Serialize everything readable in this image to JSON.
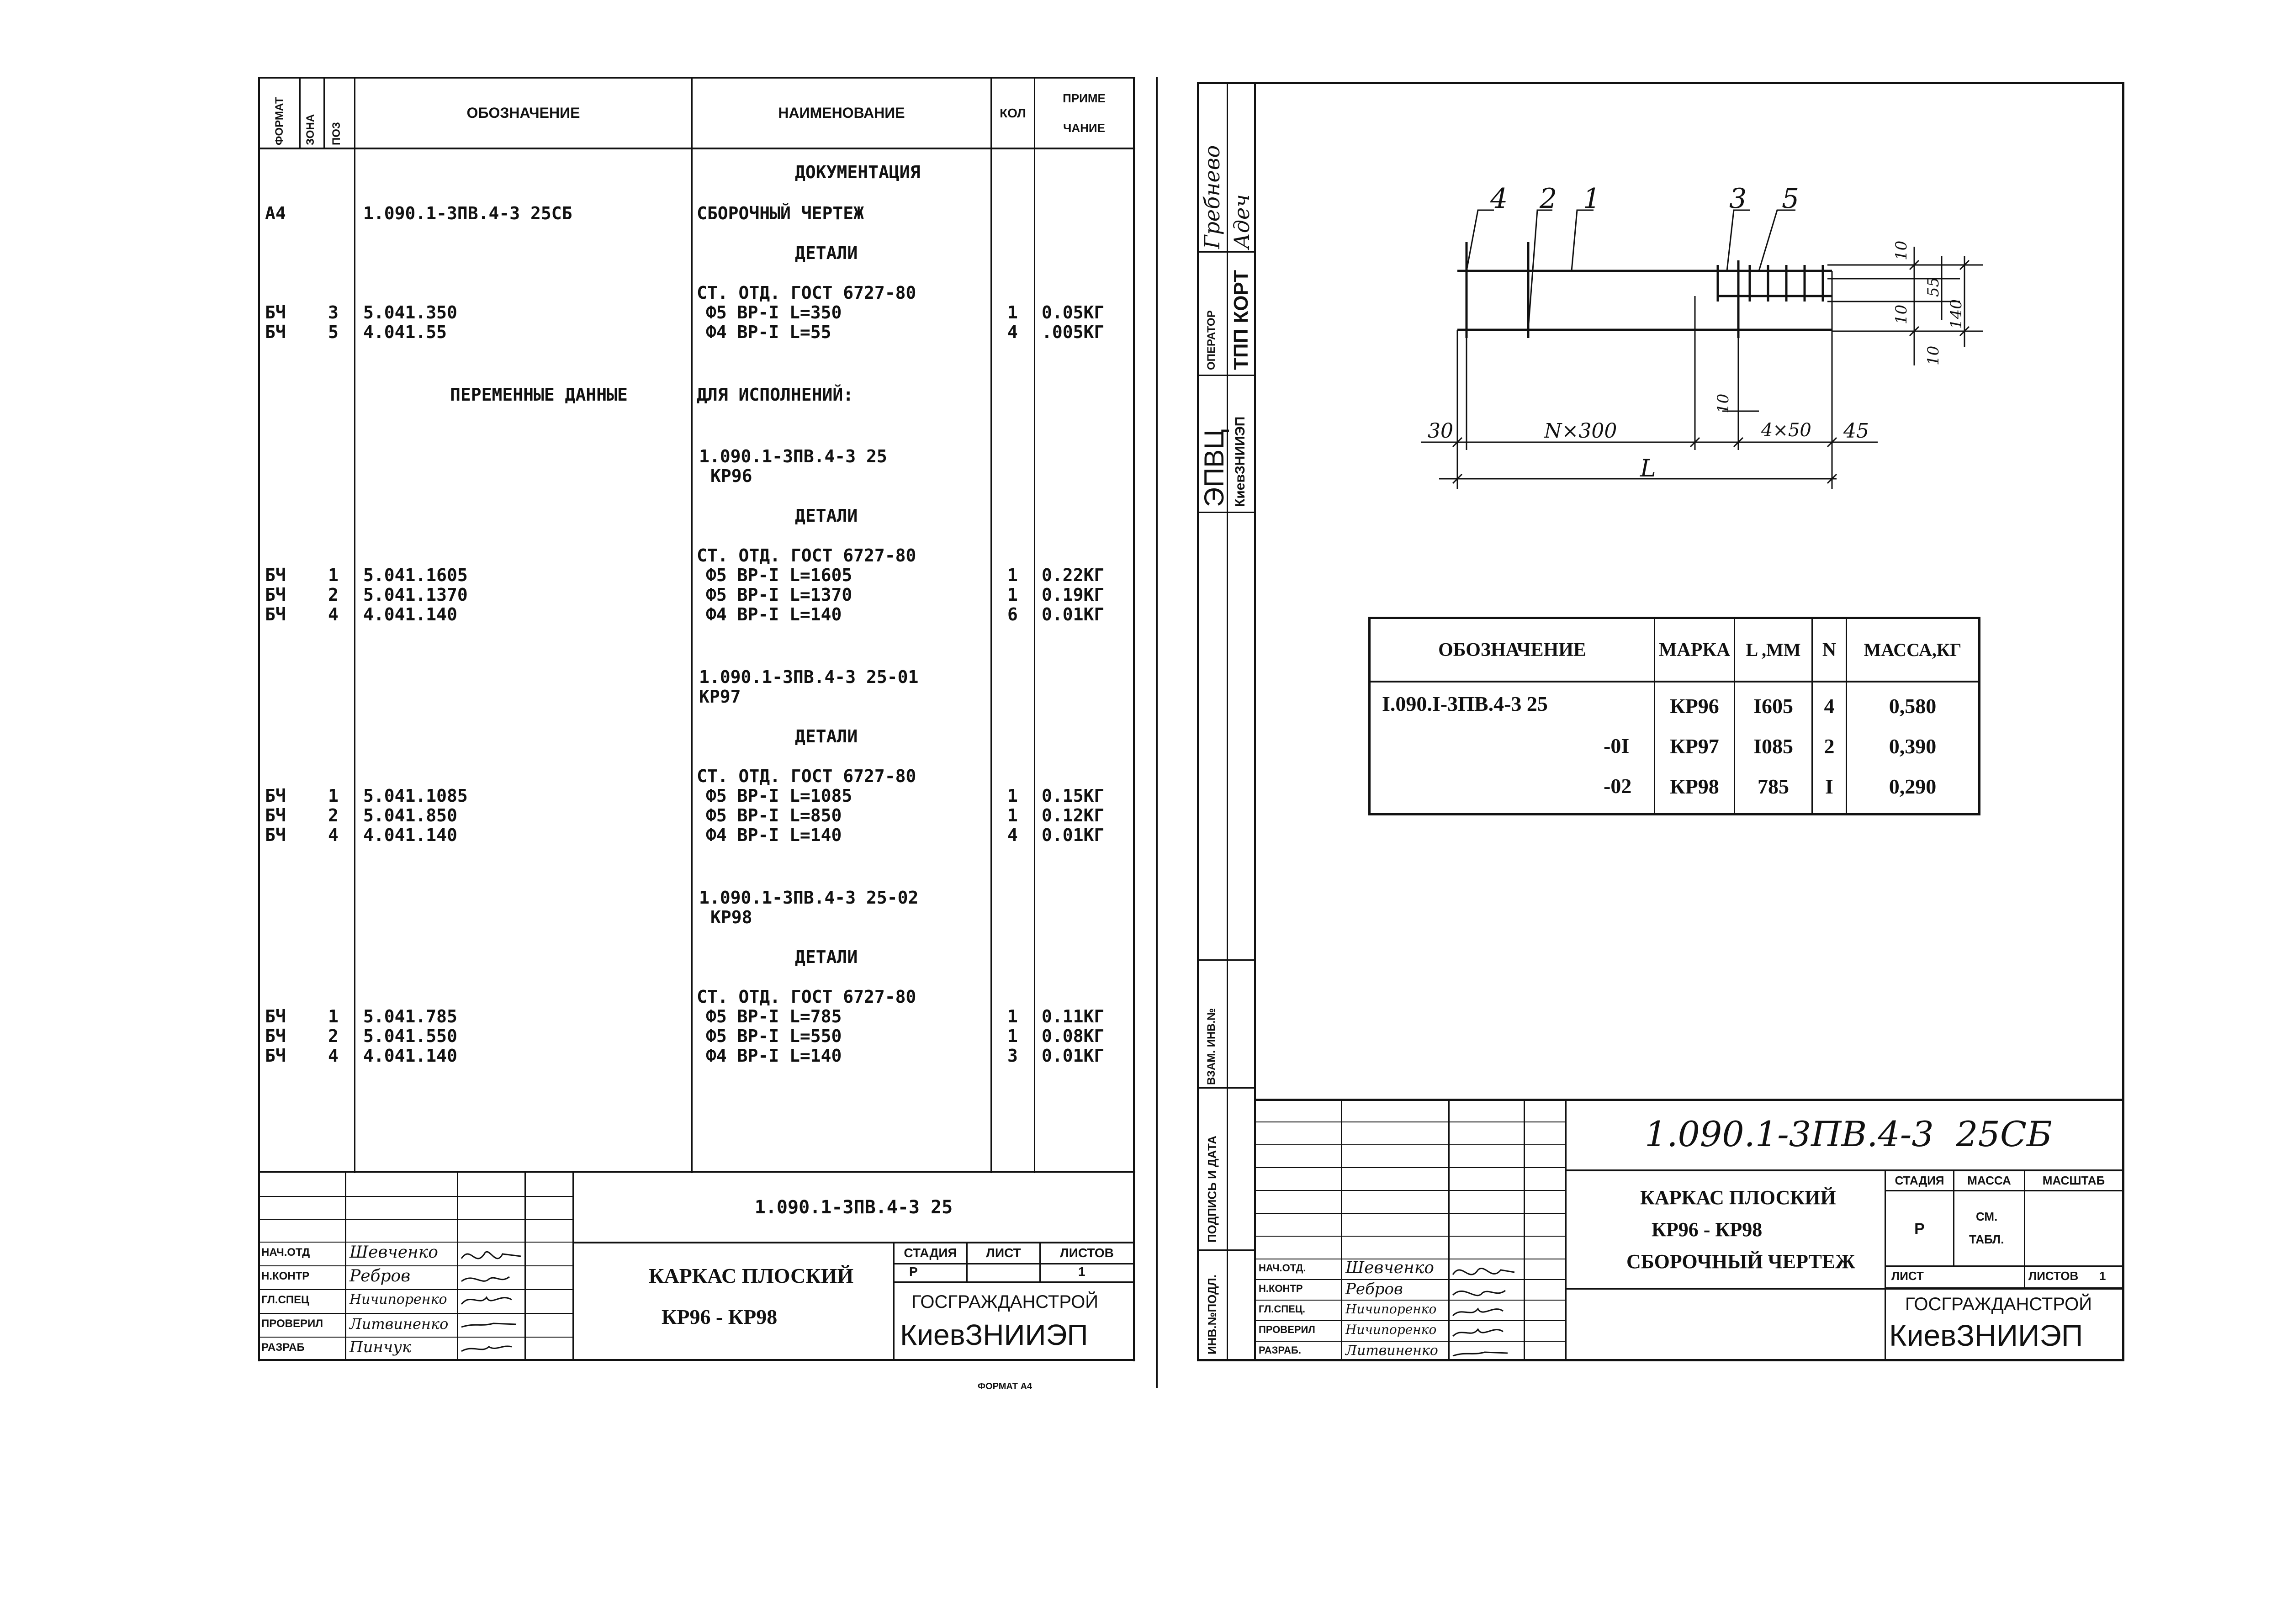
{
  "spec": {
    "headers": {
      "format": "ФОРМАТ",
      "zone": "ЗОНА",
      "pos": "ПОЗ",
      "designation": "ОБОЗНАЧЕНИЕ",
      "name": "НАИМЕНОВАНИЕ",
      "qty": "КОЛ",
      "note1": "ПРИМЕ",
      "note2": "ЧАНИЕ"
    },
    "rows": [
      {
        "name": "ДОКУМЕНТАЦИЯ"
      },
      {
        "fmt": "А4",
        "des": "1.090.1-3ПВ.4-3 25СБ",
        "name": "СБОРОЧНЫЙ ЧЕРТЕЖ"
      },
      {
        "name": "ДЕТАЛИ"
      },
      {
        "name": "СТ. ОТД. ГОСТ 6727-80"
      },
      {
        "fmt": "БЧ",
        "pos": "3",
        "des": "5.041.350",
        "name": "Ф5 ВР-I L=350",
        "qty": "1",
        "note": "0.05КГ"
      },
      {
        "fmt": "БЧ",
        "pos": "5",
        "des": "4.041.55",
        "name": "Ф4 ВР-I L=55",
        "qty": "4",
        "note": ".005КГ"
      },
      {
        "des": "ПЕРЕМЕННЫЕ ДАННЫЕ",
        "name": "ДЛЯ ИСПОЛНЕНИЙ:"
      },
      {
        "name": "1.090.1-3ПВ.4-3 25"
      },
      {
        "name": "КР96"
      },
      {
        "name": "ДЕТАЛИ"
      },
      {
        "name": "СТ. ОТД. ГОСТ 6727-80"
      },
      {
        "fmt": "БЧ",
        "pos": "1",
        "des": "5.041.1605",
        "name": "Ф5 ВР-I L=1605",
        "qty": "1",
        "note": "0.22КГ"
      },
      {
        "fmt": "БЧ",
        "pos": "2",
        "des": "5.041.1370",
        "name": "Ф5 ВР-I L=1370",
        "qty": "1",
        "note": "0.19КГ"
      },
      {
        "fmt": "БЧ",
        "pos": "4",
        "des": "4.041.140",
        "name": "Ф4 ВР-I L=140",
        "qty": "6",
        "note": "0.01КГ"
      },
      {
        "name": "1.090.1-3ПВ.4-3 25-01"
      },
      {
        "name": "КР97"
      },
      {
        "name": "ДЕТАЛИ"
      },
      {
        "name": "СТ. ОТД. ГОСТ 6727-80"
      },
      {
        "fmt": "БЧ",
        "pos": "1",
        "des": "5.041.1085",
        "name": "Ф5 ВР-I L=1085",
        "qty": "1",
        "note": "0.15КГ"
      },
      {
        "fmt": "БЧ",
        "pos": "2",
        "des": "5.041.850",
        "name": "Ф5 ВР-I L=850",
        "qty": "1",
        "note": "0.12КГ"
      },
      {
        "fmt": "БЧ",
        "pos": "4",
        "des": "4.041.140",
        "name": "Ф4 ВР-I L=140",
        "qty": "4",
        "note": "0.01КГ"
      },
      {
        "name": "1.090.1-3ПВ.4-3 25-02"
      },
      {
        "name": "КР98"
      },
      {
        "name": "ДЕТАЛИ"
      },
      {
        "name": "СТ. ОТД. ГОСТ 6727-80"
      },
      {
        "fmt": "БЧ",
        "pos": "1",
        "des": "5.041.785",
        "name": "Ф5 ВР-I L=785",
        "qty": "1",
        "note": "0.11КГ"
      },
      {
        "fmt": "БЧ",
        "pos": "2",
        "des": "5.041.550",
        "name": "Ф5 ВР-I L=550",
        "qty": "1",
        "note": "0.08КГ"
      },
      {
        "fmt": "БЧ",
        "pos": "4",
        "des": "4.041.140",
        "name": "Ф4 ВР-I L=140",
        "qty": "3",
        "note": "0.01КГ"
      }
    ]
  },
  "left_title": {
    "code": "1.090.1-3ПВ.4-3 25",
    "title1": "КАРКАС ПЛОСКИЙ",
    "title2": "КР96 - КР98",
    "stage_h": "СТАДИЯ",
    "sheet_h": "ЛИСТ",
    "sheets_h": "ЛИСТОВ",
    "stage": "Р",
    "sheet": "1",
    "org1": "ГОСГРАЖДАНСТРОЙ",
    "org2": "КиевЗНИИЭП",
    "roles": [
      "НАЧ.ОТД",
      "Н.КОНТР",
      "ГЛ.СПЕЦ",
      "ПРОВЕРИЛ",
      "РАЗРАБ"
    ],
    "names": [
      "Шевченко",
      "Ребров",
      "Ничипоренко",
      "Литвиненко",
      "Пинчук"
    ],
    "format_note": "ФОРМАТ А4"
  },
  "right_side": {
    "stamp1": "Гребнево",
    "stamp2": "Адеч",
    "operator": "ОПЕРАТОР",
    "tpp": "ТПП КОРТ",
    "epvc": "ЭПВЦ",
    "kiev": "КиевЗНИИЭП",
    "inv": "ИНВ.№ПОДЛ.",
    "sign": "ПОДПИСЬ И ДАТА",
    "vzam": "ВЗАМ. ИНВ.№"
  },
  "drawing": {
    "callouts": [
      "4",
      "2",
      "1",
      "3",
      "5"
    ],
    "dims": {
      "d30": "30",
      "n300": "N×300",
      "l": "L",
      "d4x50": "4×50",
      "d45": "45",
      "d10a": "10",
      "d10b": "10",
      "d10c": "10",
      "d10d": "10",
      "d55": "55",
      "d140": "140"
    }
  },
  "var_table": {
    "headers": [
      "ОБОЗНАЧЕНИЕ",
      "МАРКА",
      "L ,ММ",
      "N",
      "МАССА,КГ"
    ],
    "rows": [
      [
        "I.090.I-3ПВ.4-3 25",
        "КР96",
        "I605",
        "4",
        "0,580"
      ],
      [
        "-0I",
        "КР97",
        "I085",
        "2",
        "0,390"
      ],
      [
        "-02",
        "КР98",
        "785",
        "I",
        "0,290"
      ]
    ]
  },
  "right_title": {
    "code": "1.090.1-3ПВ.4-3  25СБ",
    "title1": "КАРКАС ПЛОСКИЙ",
    "title2": "КР96 - КР98",
    "title3": "СБОРОЧНЫЙ ЧЕРТЕЖ",
    "stage_h": "СТАДИЯ",
    "mass_h": "МАССА",
    "scale_h": "МАСШТАБ",
    "stage": "Р",
    "scale1": "СМ.",
    "scale2": "ТАБЛ.",
    "sheet_h": "ЛИСТ",
    "sheets_h": "ЛИСТОВ",
    "sheets": "1",
    "org1": "ГОСГРАЖДАНСТРОЙ",
    "org2": "КиевЗНИИЭП",
    "roles": [
      "НАЧ.ОТД.",
      "Н.КОНТР",
      "ГЛ.СПЕЦ.",
      "ПРОВЕРИЛ",
      "РАЗРАБ."
    ],
    "names": [
      "Шевченко",
      "Ребров",
      "Ничипоренко",
      "Ничипоренко",
      "Литвиненко"
    ]
  }
}
